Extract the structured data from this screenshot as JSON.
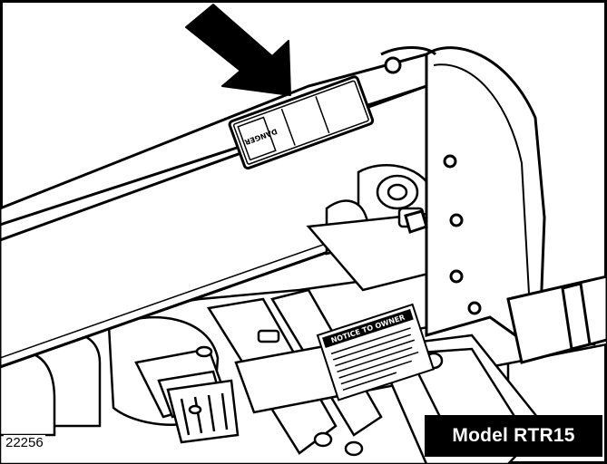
{
  "figure": {
    "figure_id": "22256",
    "model_label": "Model RTR15",
    "decals": {
      "danger_text": "DANGER",
      "notice_text": "NOTICE TO OWNER"
    }
  },
  "colors": {
    "ink": "#000000",
    "paper": "#ffffff",
    "label_bg": "#000000",
    "label_text": "#ffffff"
  }
}
